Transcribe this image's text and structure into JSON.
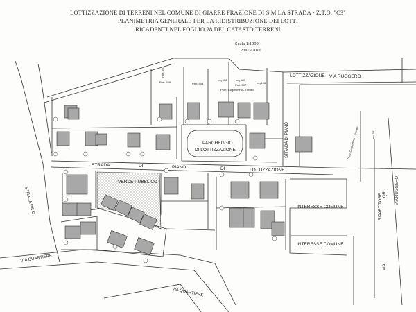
{
  "header": {
    "line1": "LOTTIZZAZIONE DI TERRENI NEL COMUNE DI GIARRE  FRAZIONE DI S.M.LA STRADA - Z.T.O. \"C3\"",
    "line2": "PLANIMETRIA GENERALE PER LA RIDISTRIBUZIONE DEI LOTTI",
    "line3": "RICADENTI NEL FOGLIO 28  DEL CATASTO TERRENI"
  },
  "scale": "Scala 1:1000",
  "date": "23/03/2016",
  "labels": {
    "lottizzazione_top": "LOTTIZZAZIONE",
    "via_ruggero": "VIA  RUGGERO  I",
    "via_ruggero_side": "VIA  RUGGERO",
    "strada": "STRADA",
    "di": "DI",
    "piano": "PIANO",
    "di2": "DI",
    "lottizzazione_mid": "LOTTIZZAZIONE",
    "strada_vert": "STRADA  DI  PIANO",
    "parcheggio_1": "PARCHEGGIO",
    "parcheggio_2": "DI LOTTIZZAZIONE",
    "verde": "VERDE PUBBLICO",
    "interesse_1": "INTERESSE COMUNE",
    "interesse_2": "INTERESSE COMUNE",
    "ripartitore": "RIPARTITORE",
    "ripartitore_sub": "QR",
    "via_quartiere": "VIA  QUARTIERE",
    "via_quartiere_2": "VIA  QUARTIERE",
    "strada_prg": "STRADA  P.R.G.",
    "via_right": "VIA"
  },
  "parcels": {
    "p1": "Part. 697",
    "p2": "Part. 506",
    "p3": "Part. 508",
    "p4": "mq 506",
    "p5": "mq 382",
    "p6": "Part. 507",
    "p7": "mq 108",
    "p8": "Prop. Guglielmino - Trovato",
    "p9": "Prop. Guglielmino - Trovato",
    "p10": "mq 383"
  }
}
